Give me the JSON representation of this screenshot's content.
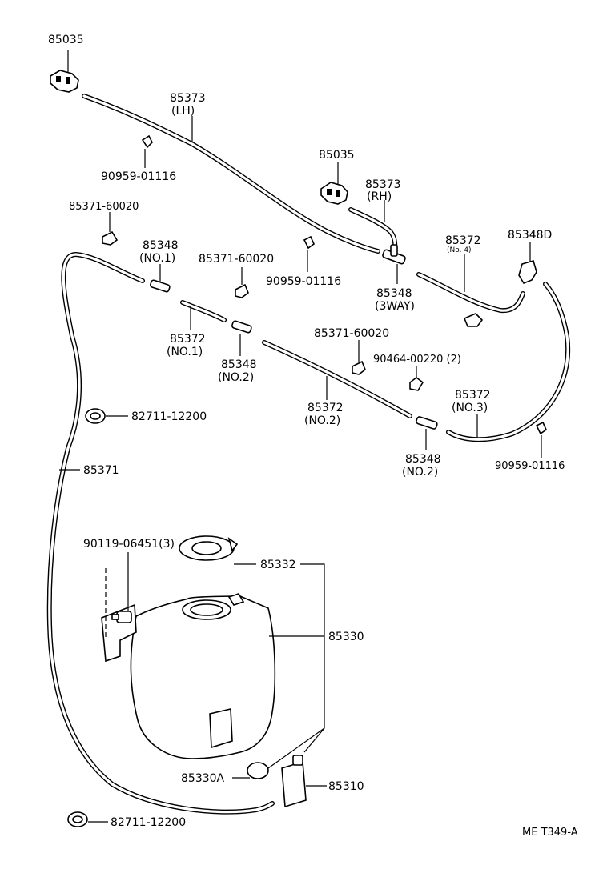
{
  "labels": {
    "p85035_top": "85035",
    "p85373_lh": "85373",
    "p85373_lh_sub": "(LH)",
    "p90959_a": "90959-01116",
    "p85035_mid": "85035",
    "p85373_rh": "85373",
    "p85373_rh_sub": "(RH)",
    "p85371_60020_a": "85371-60020",
    "p85348_no1": "85348",
    "p85348_no1_sub": "(NO.1)",
    "p85371_60020_b": "85371-60020",
    "p90959_b": "90959-01116",
    "p85372_no4": "85372",
    "p85372_no4_sub": "(No. 4)",
    "p85348d": "85348D",
    "p85348_3way": "85348",
    "p85348_3way_sub": "(3WAY)",
    "p85372_no1": "85372",
    "p85372_no1_sub": "(NO.1)",
    "p85348_no2_a": "85348",
    "p85348_no2_a_sub": "(NO.2)",
    "p85371_60020_c": "85371-60020",
    "p90464": "90464-00220 (2)",
    "p85372_no2": "85372",
    "p85372_no2_sub": "(NO.2)",
    "p85372_no3": "85372",
    "p85372_no3_sub": "(NO.3)",
    "p82711_a": "82711-12200",
    "p85348_no2_b": "85348",
    "p85348_no2_b_sub": "(NO.2)",
    "p90959_c": "90959-01116",
    "p85371": "85371",
    "p90119": "90119-06451(3)",
    "p85332": "85332",
    "p85330": "85330",
    "p85330a": "85330A",
    "p85310": "85310",
    "p82711_b": "82711-12200"
  },
  "diagram_code": "ME T349-A"
}
